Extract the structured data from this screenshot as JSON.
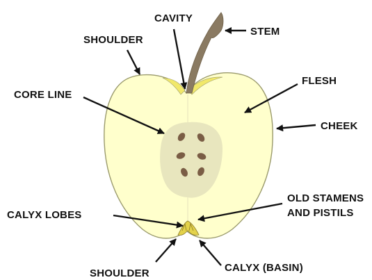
{
  "labels": {
    "cavity": "CAVITY",
    "stem": "STEM",
    "shoulder_top": "SHOULDER",
    "flesh": "FLESH",
    "core_line": "CORE LINE",
    "cheek": "CHEEK",
    "old_stamens_line1": "OLD STAMENS",
    "old_stamens_line2": "AND PISTILS",
    "calyx_lobes": "CALYX LOBES",
    "shoulder_bottom": "SHOULDER",
    "calyx_basin": "CALYX  (BASIN)"
  },
  "colors": {
    "flesh": "#ffffcc",
    "skin_edge": "#9a9a6c",
    "core": "#e8e6be",
    "seed": "#7a5d45",
    "stem": "#8a7a62",
    "cavity_yellow": "#f1e86a",
    "arrow": "#111111"
  }
}
